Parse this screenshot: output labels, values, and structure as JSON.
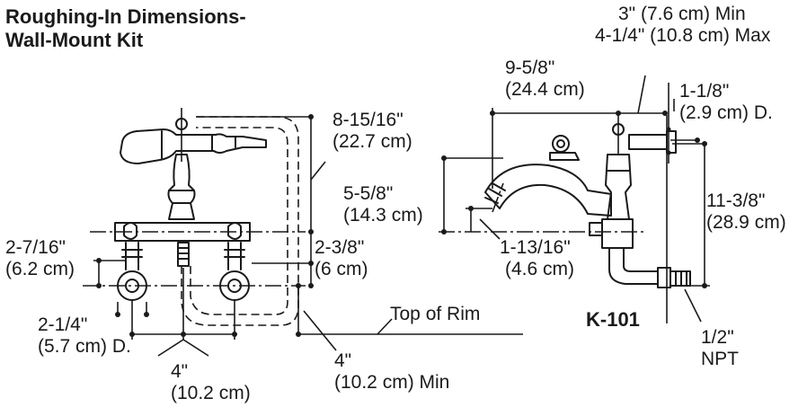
{
  "title": {
    "line1": "Roughing-In Dimensions-",
    "line2": "Wall-Mount Kit"
  },
  "model": "K-101",
  "rim_label": "Top of Rim",
  "dimensions": {
    "d_9_5_8": {
      "a": "9-5/8\"",
      "b": "(24.4 cm)"
    },
    "d_3_min": {
      "a": "3\" (7.6 cm) Min",
      "b": "4-1/4\" (10.8 cm) Max"
    },
    "d_1_1_8": {
      "a": "1-1/8\"",
      "b": "(2.9 cm) D."
    },
    "d_8_15_16": {
      "a": "8-15/16\"",
      "b": "(22.7 cm)"
    },
    "d_5_5_8": {
      "a": "5-5/8\"",
      "b": "(14.3 cm)"
    },
    "d_11_3_8": {
      "a": "11-3/8\"",
      "b": "(28.9 cm)"
    },
    "d_2_7_16": {
      "a": "2-7/16\"",
      "b": "(6.2 cm)"
    },
    "d_2_3_8": {
      "a": "2-3/8\"",
      "b": "(6 cm)"
    },
    "d_1_13_16": {
      "a": "1-13/16\"",
      "b": "(4.6 cm)"
    },
    "d_2_1_4": {
      "a": "2-1/4\"",
      "b": "(5.7 cm) D."
    },
    "d_4_left": {
      "a": "4\"",
      "b": "(10.2 cm)"
    },
    "d_4_min": {
      "a": "4\"",
      "b": "(10.2 cm) Min"
    },
    "d_npt": {
      "a": "1/2\"",
      "b": "NPT"
    }
  }
}
